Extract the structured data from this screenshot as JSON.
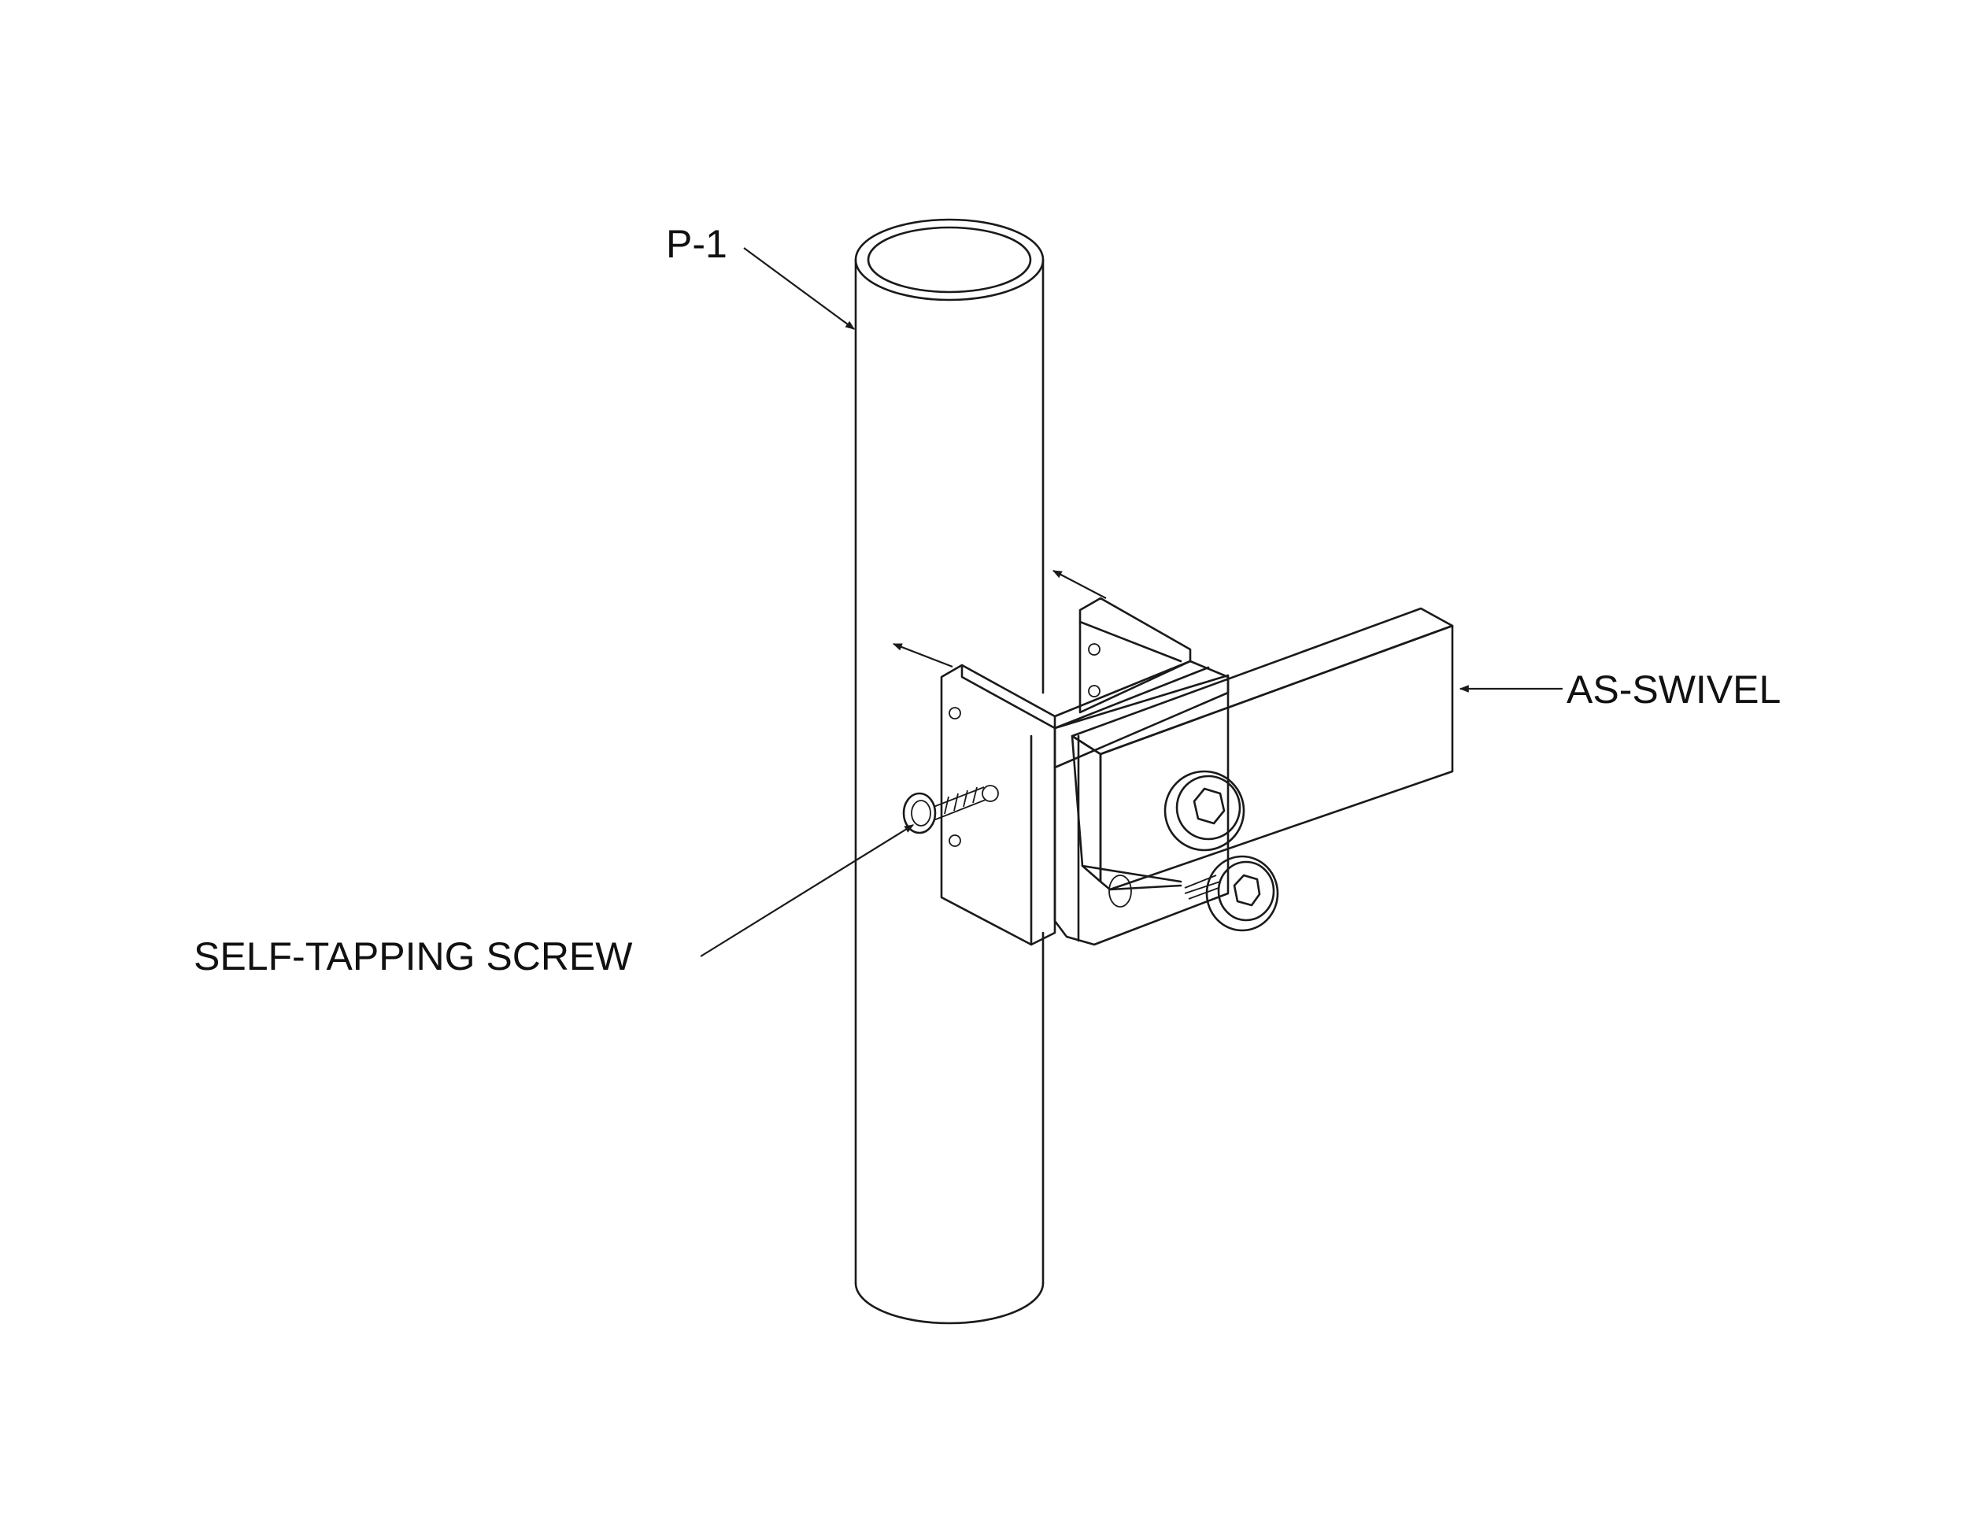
{
  "callouts": {
    "pipe": "P-1",
    "swivel": "AS-SWIVEL",
    "screw": "SELF-TAPPING SCREW"
  },
  "colors": {
    "line": "#1a1a1a",
    "background": "#ffffff"
  }
}
